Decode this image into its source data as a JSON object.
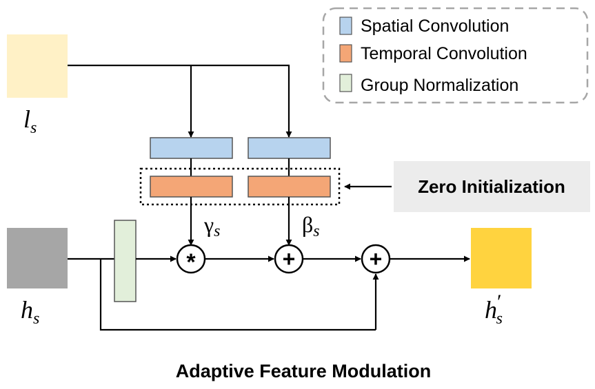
{
  "legend": {
    "items": [
      {
        "label": "Spatial Convolution",
        "color": "#b7d3ee"
      },
      {
        "label": "Temporal Convolution",
        "color": "#f4a676"
      },
      {
        "label": "Group Normalization",
        "color": "#e2efda"
      }
    ]
  },
  "inputs": {
    "ls": {
      "base": "l",
      "sub": "s",
      "color": "#fff1c6"
    },
    "hs": {
      "base": "h",
      "sub": "s",
      "color": "#a6a6a6"
    }
  },
  "output": {
    "base": "h",
    "prime": "′",
    "sub": "s",
    "color": "#ffd33f"
  },
  "params": {
    "gamma": {
      "base": "γ",
      "sub": "s"
    },
    "beta": {
      "base": "β",
      "sub": "s"
    }
  },
  "operators": {
    "multiply": "*",
    "add1": "+",
    "add2": "+"
  },
  "zero_init": {
    "label": "Zero Initialization",
    "bg": "#ececec"
  },
  "caption": "Adaptive Feature Modulation"
}
